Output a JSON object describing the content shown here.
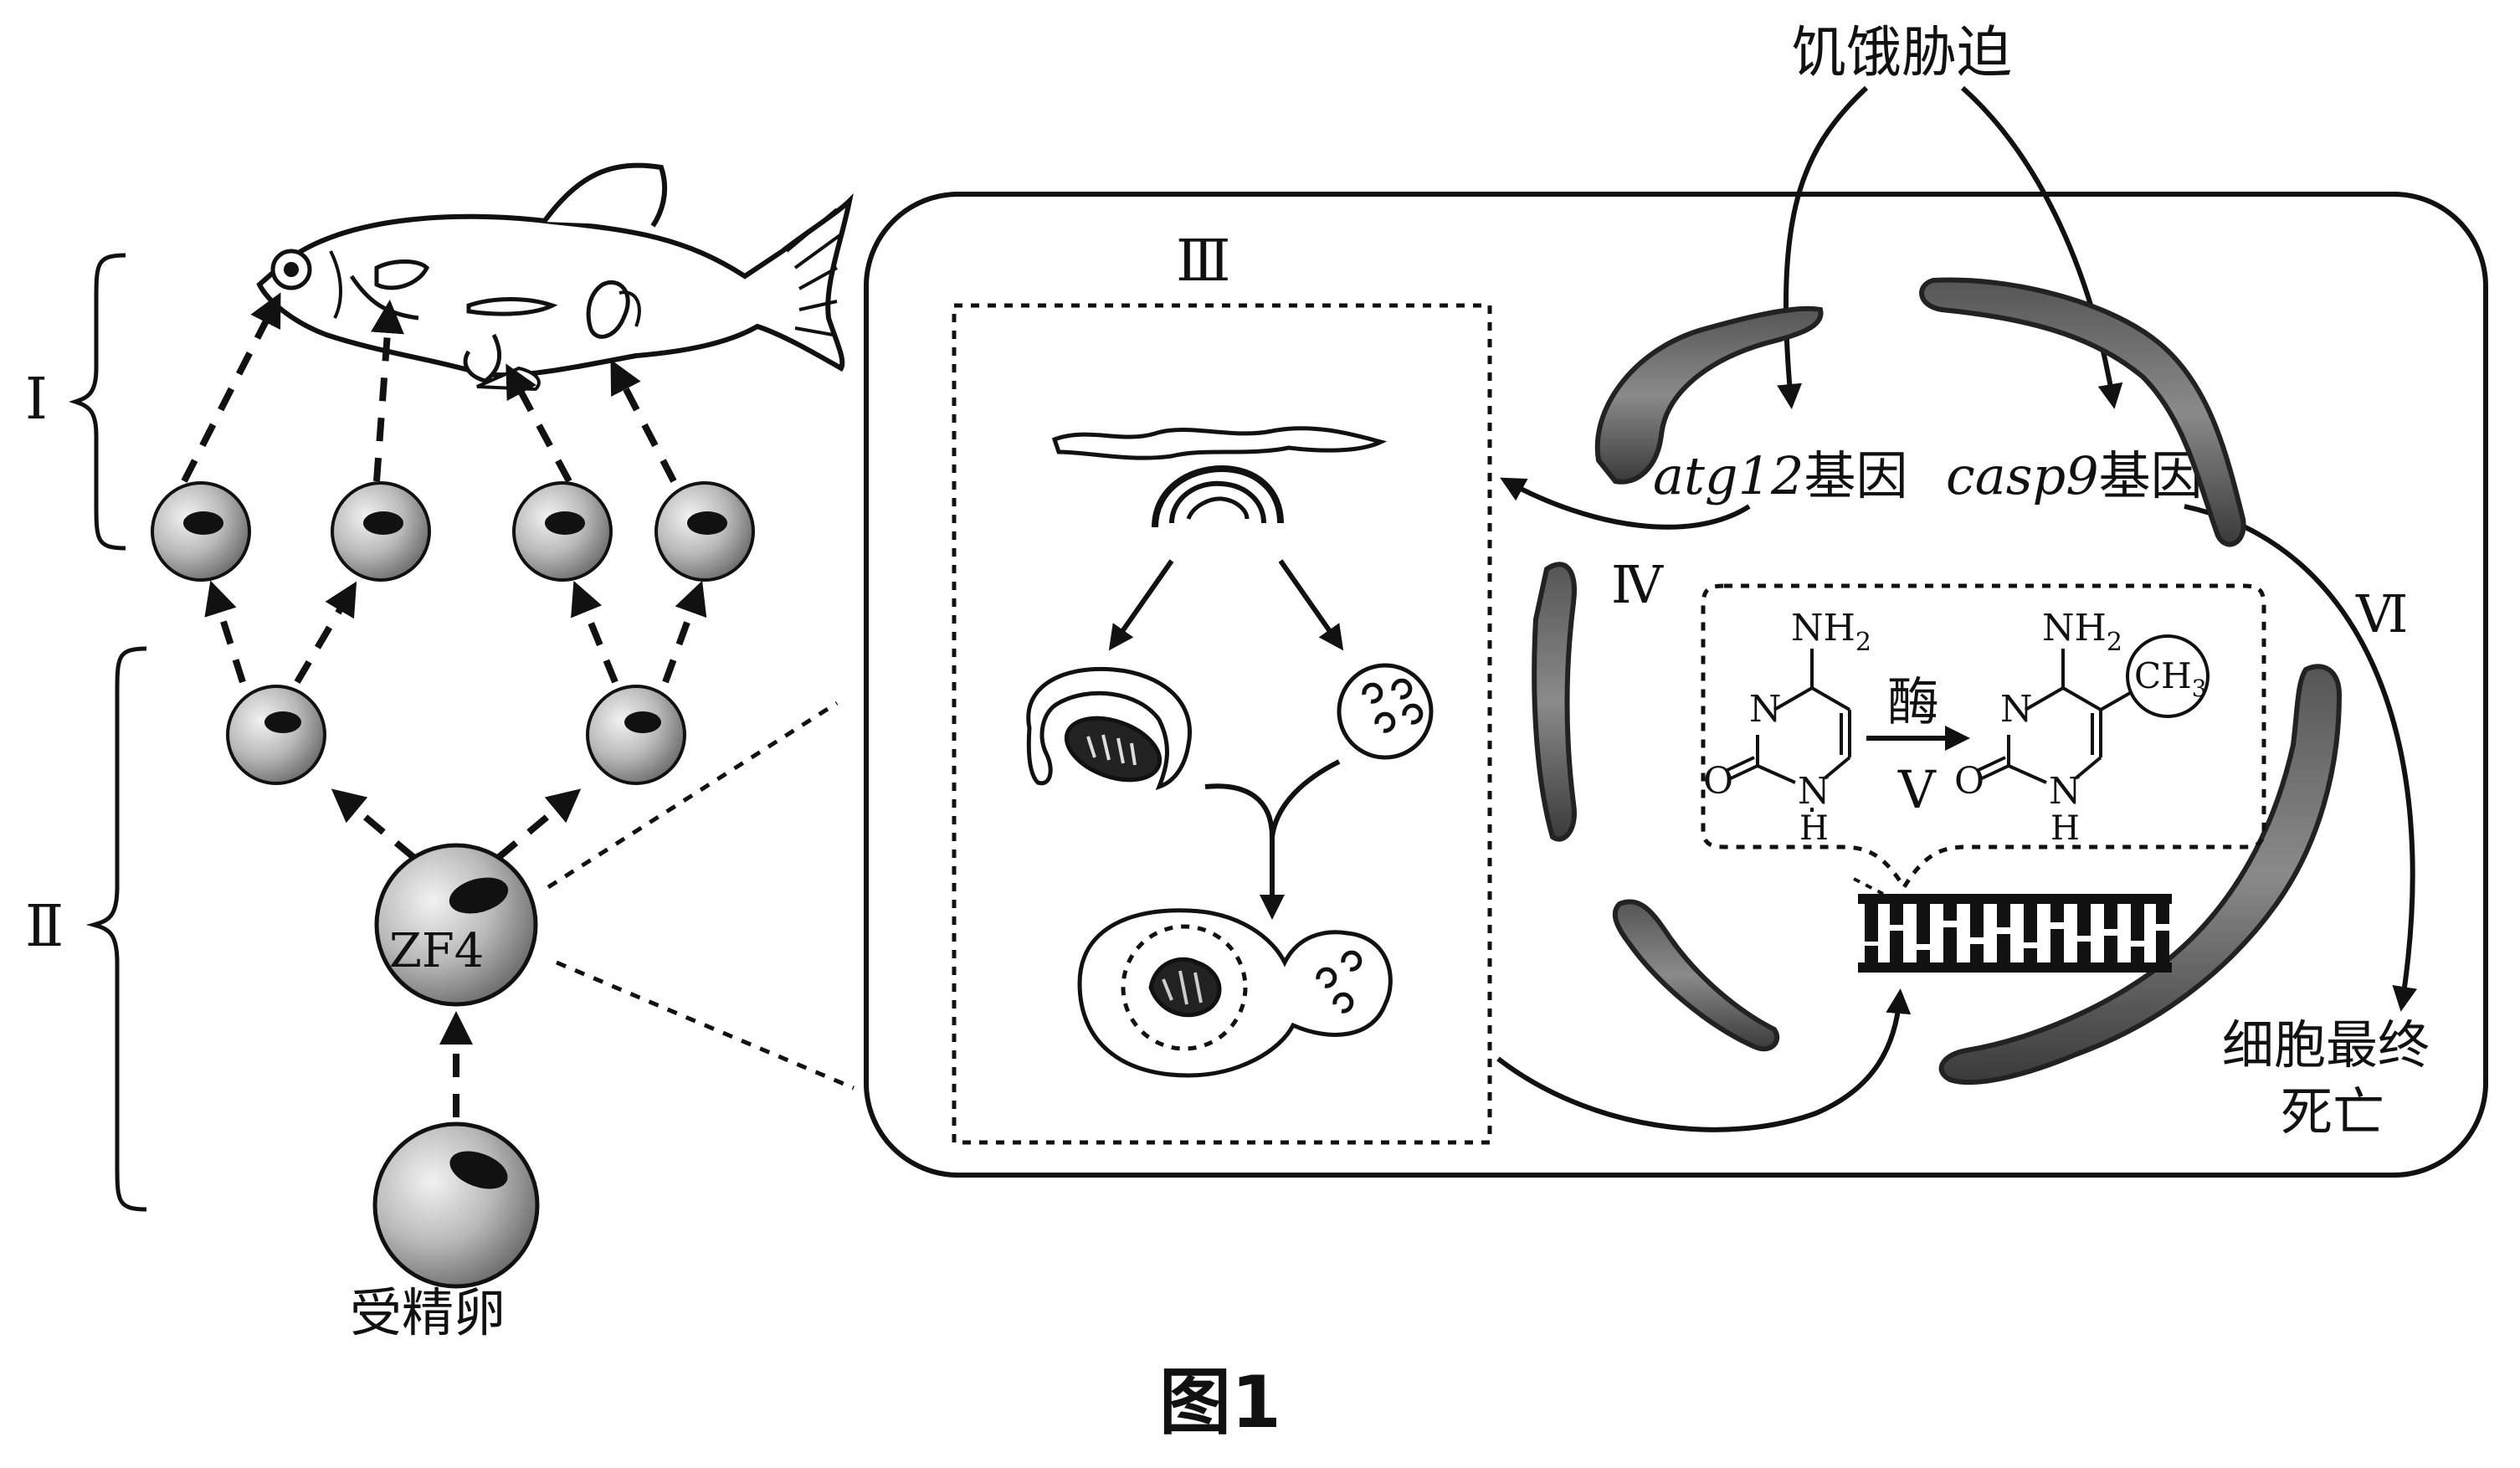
{
  "labels": {
    "stage_I": "Ⅰ",
    "stage_II": "Ⅱ",
    "stage_III": "Ⅲ",
    "stage_IV": "Ⅳ",
    "stage_V": "Ⅴ",
    "stage_VI": "Ⅵ",
    "stress": "饥饿胁迫",
    "gene_atg12_italic": "atg12",
    "gene_casp9_italic": "casp9",
    "gene_suffix": "基因",
    "zf4": "ZF4",
    "fertilized_egg": "受精卵",
    "death_line1": "细胞最终",
    "death_line2": "死亡",
    "enzyme": "酶",
    "figure_caption": "图1"
  },
  "chem": {
    "nh2": "NH",
    "sub2": "2",
    "n": "N",
    "o": "O",
    "h": "H",
    "ch3": "CH",
    "sub3": "3"
  }
}
